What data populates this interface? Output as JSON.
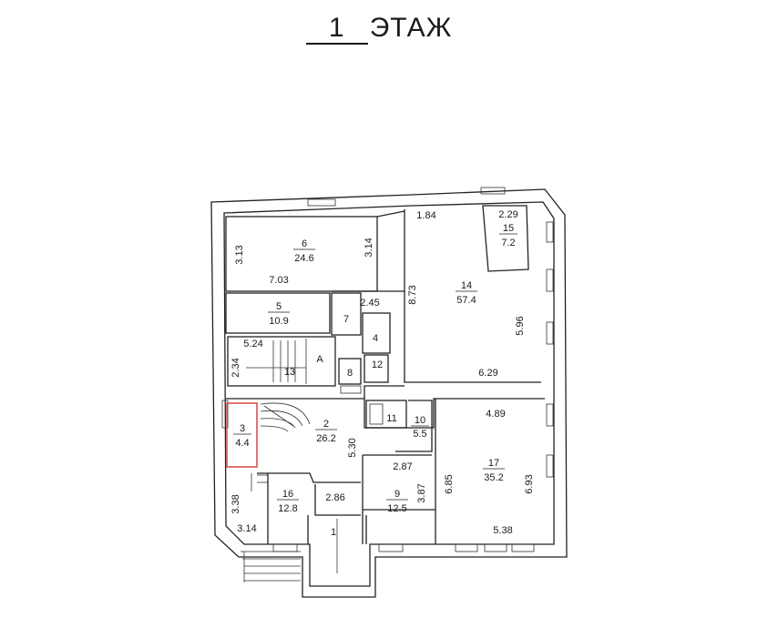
{
  "header": {
    "floor_number": "1",
    "floor_label": "ЭТАЖ"
  },
  "rooms": [
    {
      "id": "6",
      "area": "24.6"
    },
    {
      "id": "5",
      "area": "10.9"
    },
    {
      "id": "14",
      "area": "57.4"
    },
    {
      "id": "15",
      "area": "7.2"
    },
    {
      "id": "3",
      "area": "4.4"
    },
    {
      "id": "2",
      "area": "26.2"
    },
    {
      "id": "10",
      "area": "5.5"
    },
    {
      "id": "17",
      "area": "35.2"
    },
    {
      "id": "16",
      "area": "12.8"
    },
    {
      "id": "9",
      "area": "12.5"
    }
  ],
  "room_labels": {
    "r7": "7",
    "r8": "8",
    "r11": "11",
    "r1": "1",
    "rA": "A",
    "r4": "4",
    "r12": "12",
    "r13": "13"
  },
  "dimensions": {
    "d313": "3.13",
    "d314": "3.14",
    "d703": "7.03",
    "d184": "1.84",
    "d229": "2.29",
    "d873": "8.73",
    "d245": "2.45",
    "d596": "5.96",
    "d629": "6.29",
    "d524": "5.24",
    "d234": "2.34",
    "d489": "4.89",
    "d530": "5.30",
    "d287": "2.87",
    "d685": "6.85",
    "d693": "6.93",
    "d338": "3.38",
    "d286": "2.86",
    "d387": "3.87",
    "d314b": "3.14",
    "d538": "5.38"
  },
  "colors": {
    "highlight": "#d9534f",
    "line": "#222222"
  }
}
